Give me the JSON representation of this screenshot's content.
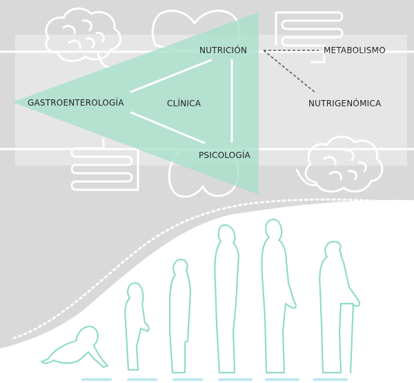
{
  "labels": {
    "nutricion": "NUTRICIÓN",
    "metabolismo": "METABOLISMO",
    "gastro": "GASTROENTEROLOGÍA",
    "clinica": "CLÍNICA",
    "nutrigenomica": "NUTRIGENÓMICA",
    "psicologia": "PSICOLOGÍA"
  },
  "colors": {
    "background_gray": "#d9d9d9",
    "panel_gray": "#e6e6e6",
    "outline_white": "#ffffff",
    "mint": "#a6dfcb",
    "figure_outline": "#8fdcc3",
    "text": "#222222",
    "dashed_connector": "#555555"
  },
  "icons": [
    "brain-icon",
    "heart-icon",
    "intestine-icon",
    "brain-icon",
    "heart-icon",
    "intestine-icon",
    "human-figure-icon"
  ]
}
